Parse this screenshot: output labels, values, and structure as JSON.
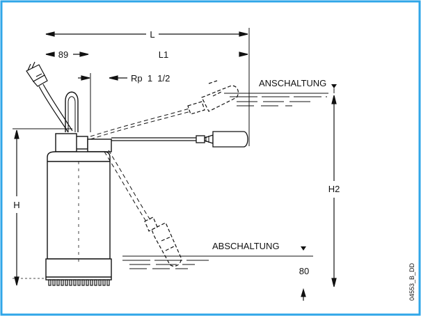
{
  "frame_color": "#2fa6e8",
  "labels": {
    "L": "L",
    "L1": "L1",
    "dim_89": "89",
    "rp": "Rp  1  1/2",
    "anschaltung": "ANSCHALTUNG",
    "abschaltung": "ABSCHALTUNG",
    "H": "H",
    "H2": "H2",
    "dim_80": "80",
    "ref": "04553_B_DD"
  }
}
